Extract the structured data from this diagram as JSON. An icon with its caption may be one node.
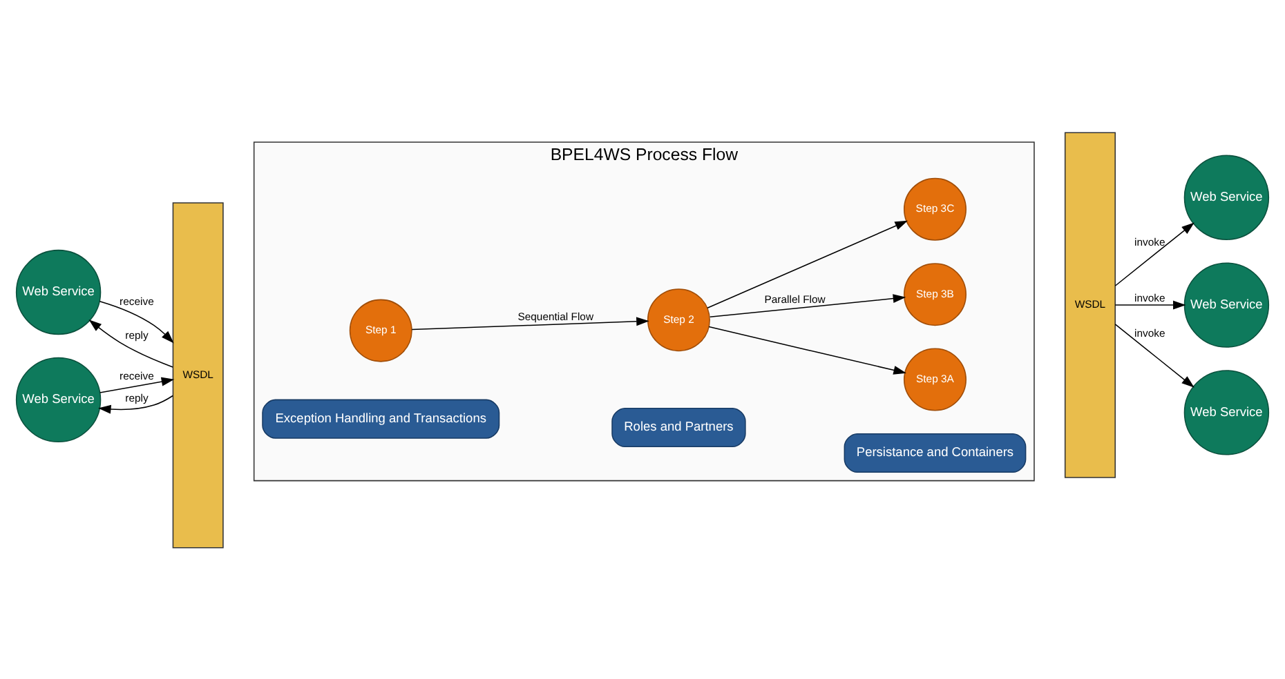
{
  "diagram": {
    "nodes": [
      {
        "text": [
          "Web Service"
        ]
      },
      {
        "text": [
          "Web Service"
        ]
      },
      {
        "text": [
          "WSDL"
        ]
      },
      {
        "text": [
          "BPEL4WS Process Flow"
        ]
      },
      {
        "text": [
          "Step 1"
        ],
        "in": 3
      },
      {
        "text": [
          "Step 2"
        ],
        "in": 3
      },
      {
        "text": [
          "Step 3A"
        ],
        "in": 3
      },
      {
        "text": [
          "Step 3B"
        ],
        "in": 3
      },
      {
        "text": [
          "Step 3C"
        ],
        "in": 3
      },
      {
        "text": [
          "Exception Handling and Transactions"
        ],
        "in": 3
      },
      {
        "text": [
          "Roles and Partners"
        ],
        "in": 3
      },
      {
        "text": [
          "Persistance and Containers"
        ],
        "in": 3
      },
      {
        "text": [
          "WSDL"
        ]
      },
      {
        "text": [
          "Web Service"
        ]
      },
      {
        "text": [
          "Web Service"
        ]
      },
      {
        "text": [
          "Web Service"
        ]
      }
    ],
    "edges": [
      {
        "from": 0,
        "to": 2,
        "arrow": "to",
        "label": "receive"
      },
      {
        "from": 2,
        "to": 0,
        "arrow": "to",
        "label": "reply"
      },
      {
        "from": 1,
        "to": 2,
        "arrow": "to",
        "label": "receive"
      },
      {
        "from": 2,
        "to": 1,
        "arrow": "to",
        "label": "reply"
      },
      {
        "from": 4,
        "to": 5,
        "arrow": "to",
        "label": "Sequential Flow"
      },
      {
        "from": 5,
        "to": 6,
        "arrow": "to"
      },
      {
        "from": 5,
        "to": 7,
        "arrow": "to",
        "label": "Parallel Flow"
      },
      {
        "from": 5,
        "to": 8,
        "arrow": "to"
      },
      {
        "from": 12,
        "to": 13,
        "arrow": "to",
        "label": "invoke"
      },
      {
        "from": 12,
        "to": 14,
        "arrow": "to",
        "label": "invoke"
      },
      {
        "from": 12,
        "to": 15,
        "arrow": "to",
        "label": "invoke"
      }
    ]
  }
}
